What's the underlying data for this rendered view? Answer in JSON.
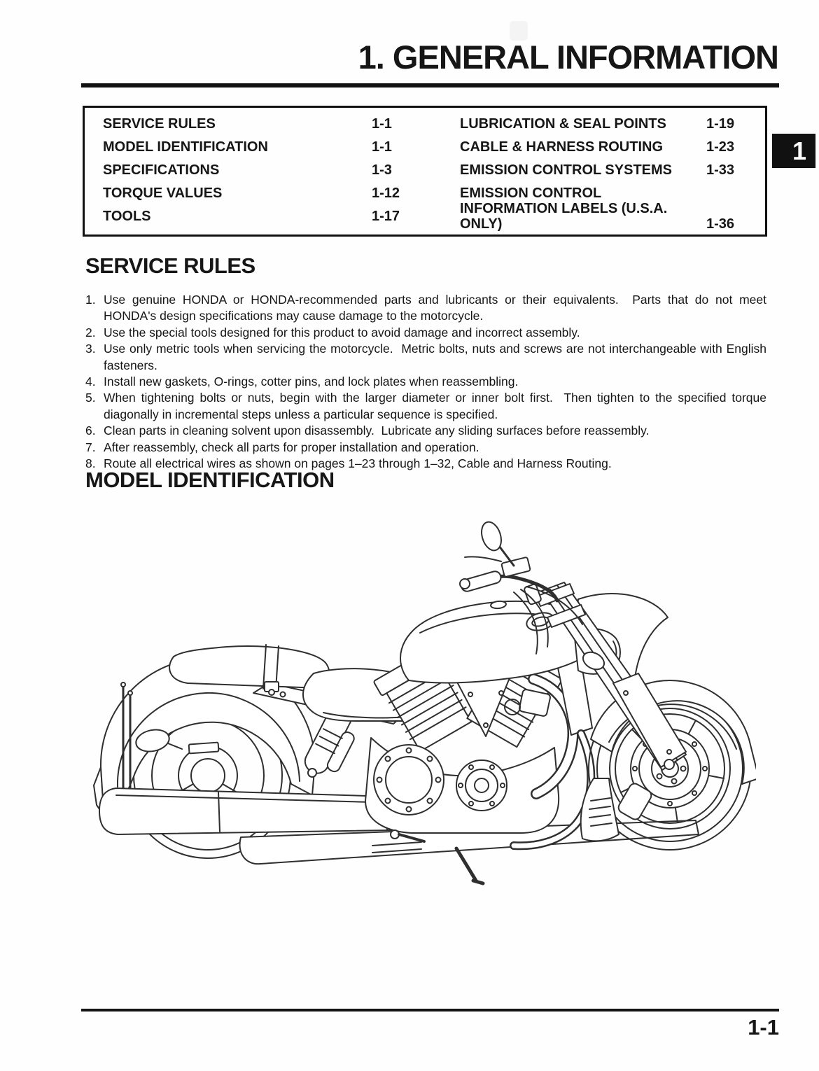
{
  "header": {
    "title": "1. GENERAL INFORMATION",
    "chapter_tab": "1"
  },
  "toc": {
    "left": [
      {
        "label": "SERVICE RULES",
        "page": "1-1"
      },
      {
        "label": "MODEL IDENTIFICATION",
        "page": "1-1"
      },
      {
        "label": "SPECIFICATIONS",
        "page": "1-3"
      },
      {
        "label": "TORQUE VALUES",
        "page": "1-12"
      },
      {
        "label": "TOOLS",
        "page": "1-17"
      }
    ],
    "right": [
      {
        "label": "LUBRICATION & SEAL POINTS",
        "page": "1-19"
      },
      {
        "label": "CABLE & HARNESS ROUTING",
        "page": "1-23"
      },
      {
        "label": "EMISSION CONTROL SYSTEMS",
        "page": "1-33"
      },
      {
        "label": "EMISSION CONTROL INFORMATION LABELS (U.S.A. ONLY)",
        "page": "1-36"
      }
    ]
  },
  "service_rules": {
    "heading": "SERVICE RULES",
    "items": [
      {
        "num": "1.",
        "text": "Use genuine HONDA or HONDA-recommended parts and lubricants or their equivalents.  Parts that do not meet HONDA's design specifications may cause damage to the motorcycle."
      },
      {
        "num": "2.",
        "text": "Use the special tools designed for this product to avoid damage and incorrect assembly."
      },
      {
        "num": "3.",
        "text": "Use only metric tools when servicing the motorcycle.  Metric bolts, nuts and screws are not interchangeable with English fasteners."
      },
      {
        "num": "4.",
        "text": "Install new gaskets, O-rings, cotter pins, and lock plates when reassembling."
      },
      {
        "num": "5.",
        "text": "When tightening bolts or nuts, begin with the larger diameter or inner bolt first.  Then tighten to the specified torque diagonally in incremental steps unless a particular sequence is specified."
      },
      {
        "num": "6.",
        "text": "Clean parts in cleaning solvent upon disassembly.  Lubricate any sliding surfaces before reassembly."
      },
      {
        "num": "7.",
        "text": "After reassembly, check all parts for proper installation and operation."
      },
      {
        "num": "8.",
        "text": "Route all electrical wires as shown on pages 1–23 through 1–32, Cable and Harness Routing."
      }
    ]
  },
  "model_identification": {
    "heading": "MODEL IDENTIFICATION",
    "illustration": "Right-side line drawing of a Honda VTX cruiser motorcycle"
  },
  "footer": {
    "page_number": "1-1"
  }
}
